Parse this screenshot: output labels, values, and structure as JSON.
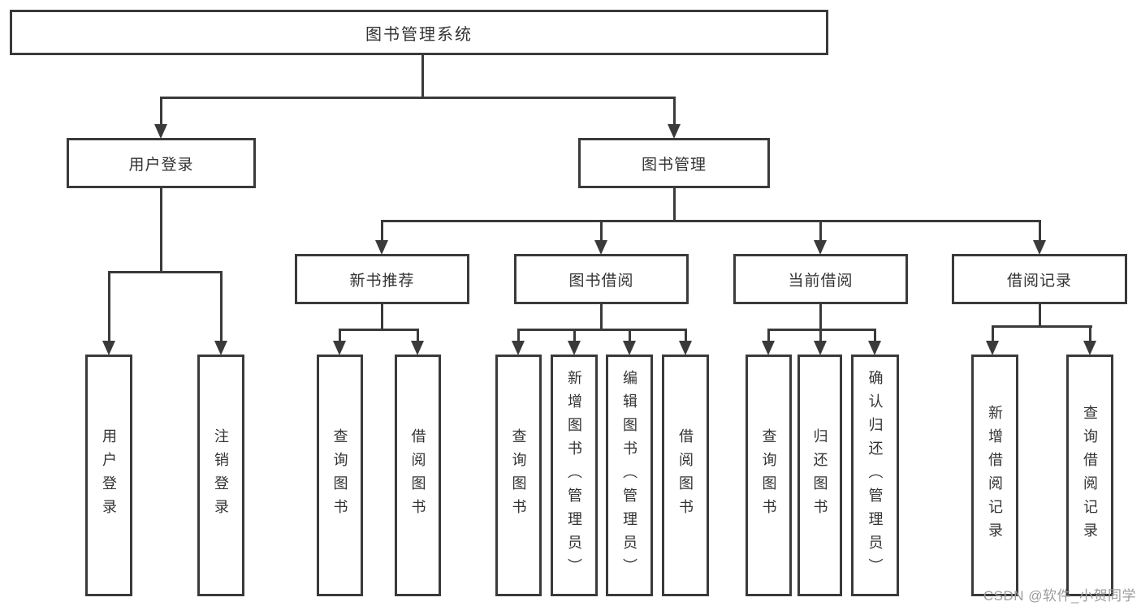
{
  "colors": {
    "line": "#3a3a3a",
    "text": "#333333",
    "background": "#ffffff",
    "watermark_text": "#9c9c9c"
  },
  "watermark": {
    "text": "CSDN @软件_小贺同学"
  },
  "tree": {
    "label": "图书管理系统",
    "children": [
      {
        "label": "用户登录",
        "children": [
          {
            "label": "用户登录"
          },
          {
            "label": "注销登录"
          }
        ]
      },
      {
        "label": "图书管理",
        "children": [
          {
            "label": "新书推荐",
            "children": [
              {
                "label": "查询图书"
              },
              {
                "label": "借阅图书"
              }
            ]
          },
          {
            "label": "图书借阅",
            "children": [
              {
                "label": "查询图书"
              },
              {
                "label": "新增图书（管理员）"
              },
              {
                "label": "编辑图书（管理员）"
              },
              {
                "label": "借阅图书"
              }
            ]
          },
          {
            "label": "当前借阅",
            "children": [
              {
                "label": "查询图书"
              },
              {
                "label": "归还图书"
              },
              {
                "label": "确认归还（管理员）"
              }
            ]
          },
          {
            "label": "借阅记录",
            "children": [
              {
                "label": "新增借阅记录"
              },
              {
                "label": "查询借阅记录"
              }
            ]
          }
        ]
      }
    ]
  }
}
